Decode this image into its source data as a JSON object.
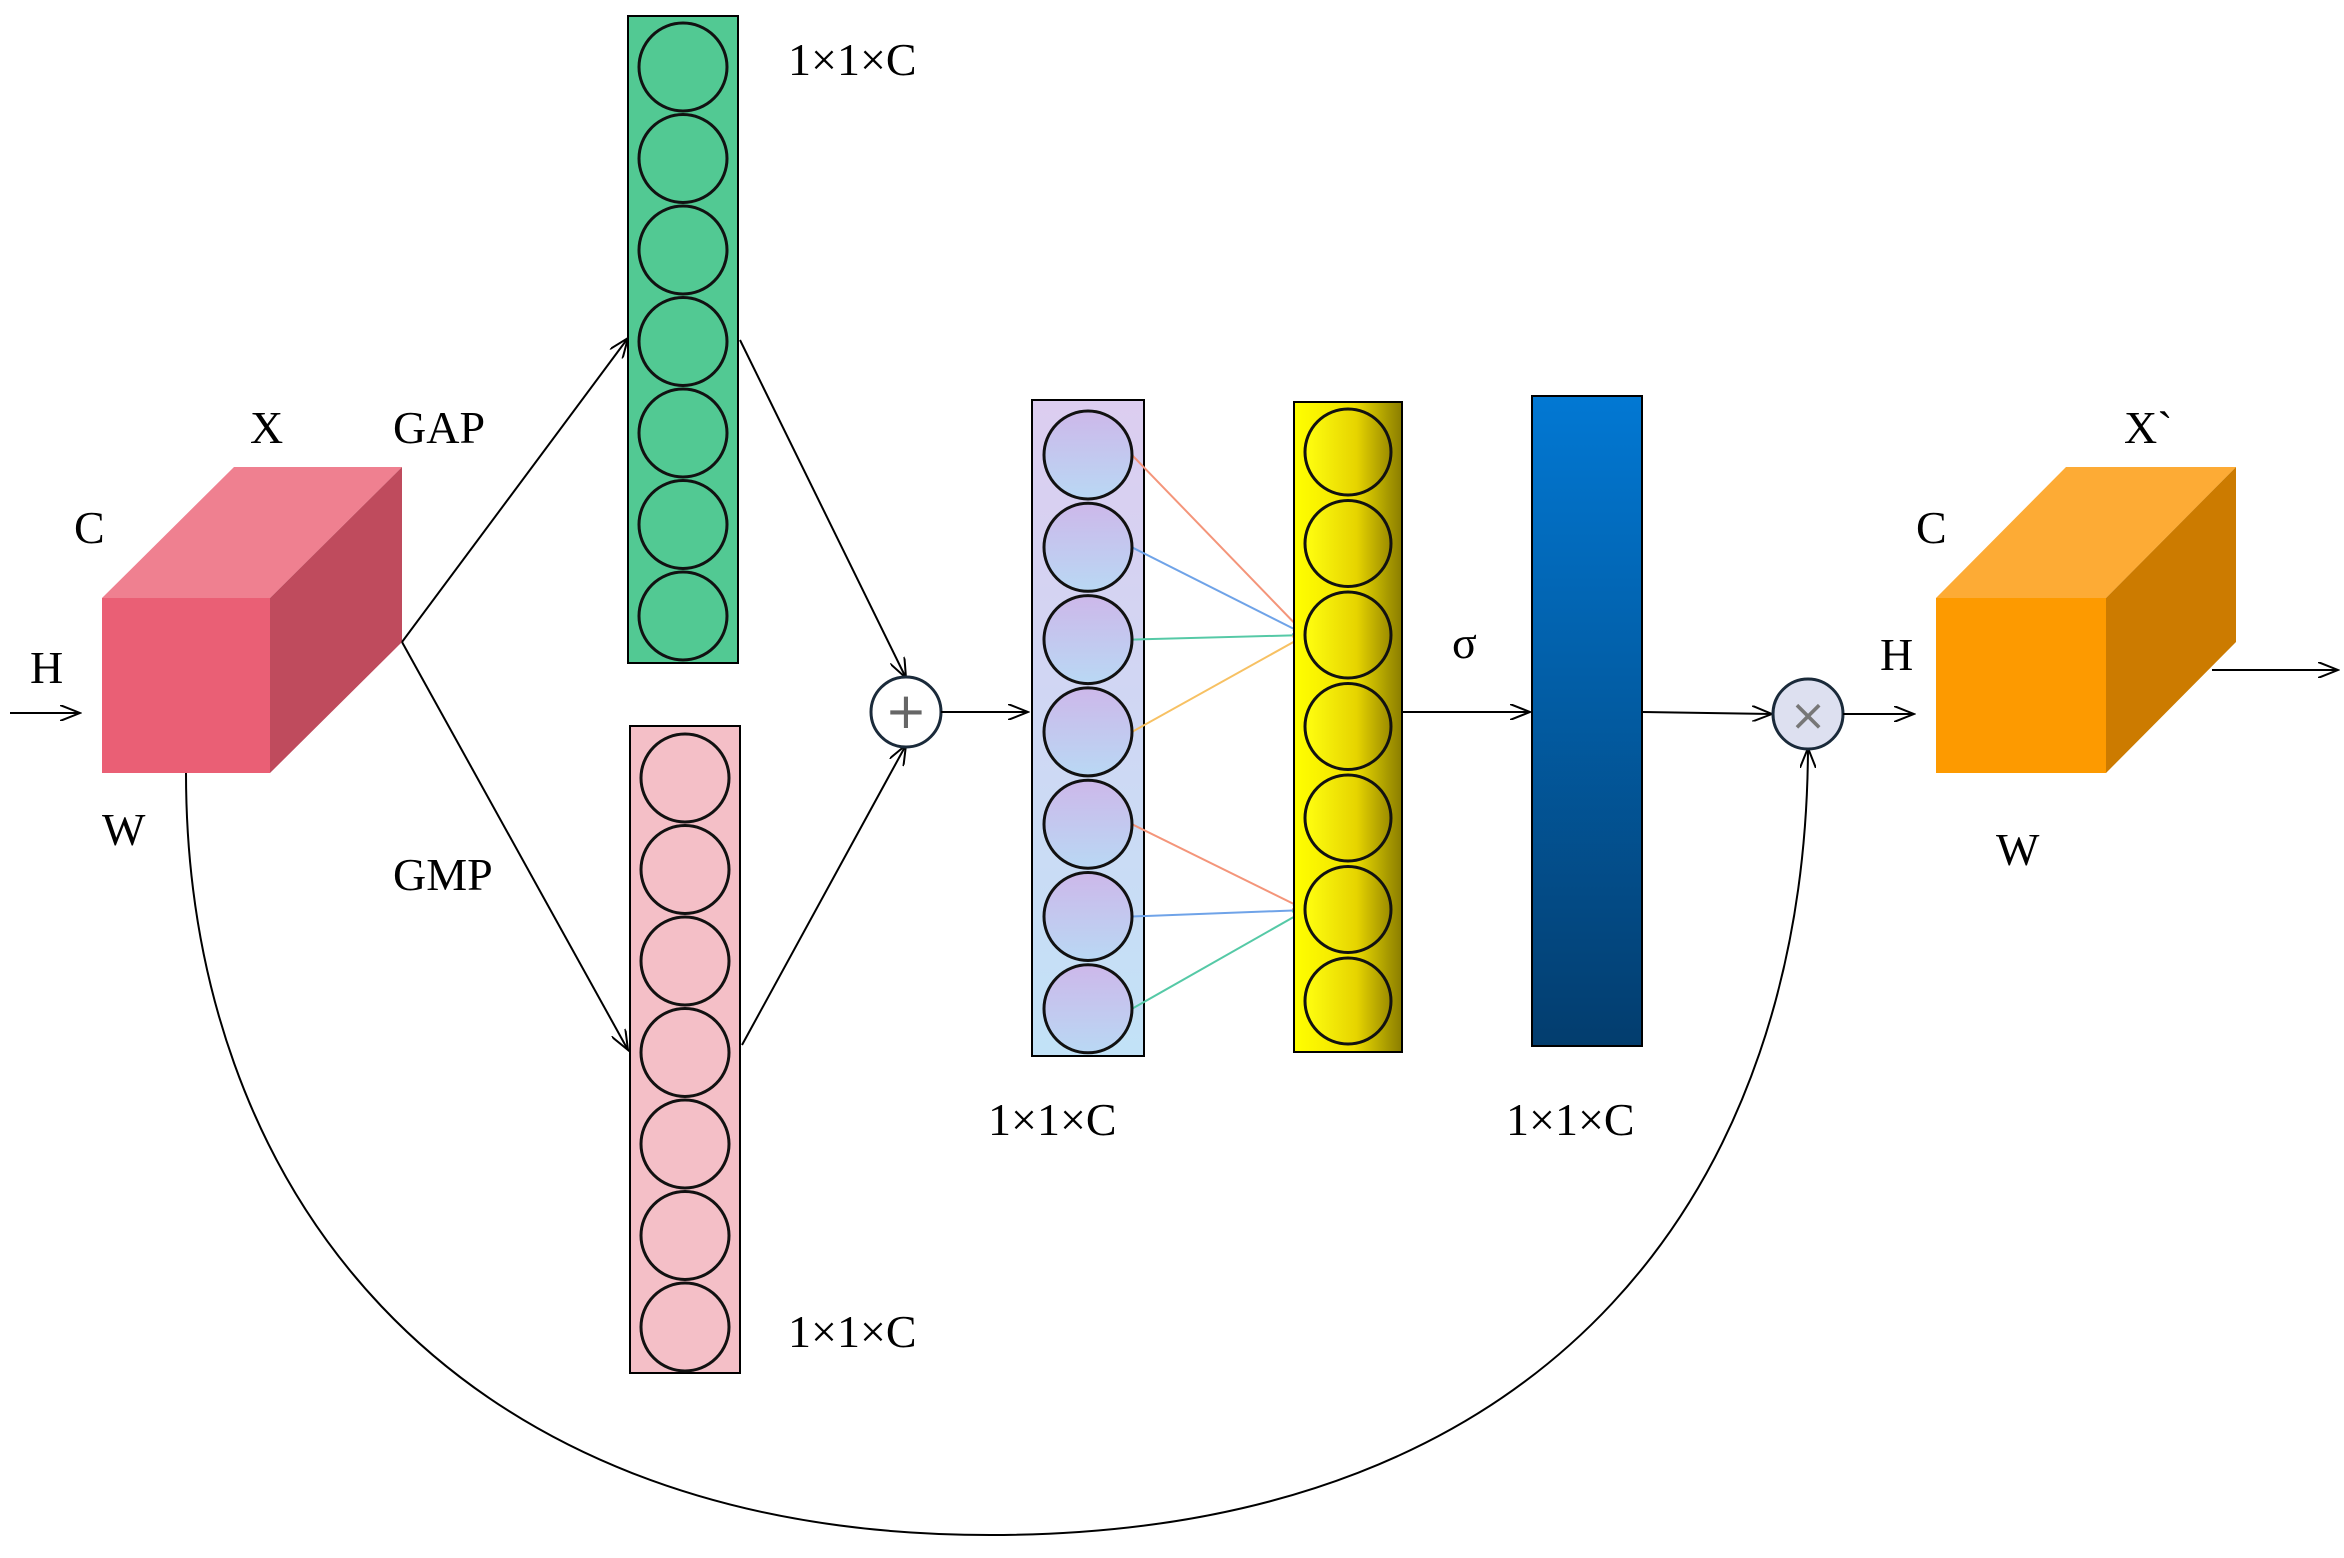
{
  "input_cube": {
    "title": "X",
    "channel_label": "C",
    "height_label": "H",
    "width_label": "W",
    "color_front": "#ea5f75",
    "color_top": "#ef8090",
    "color_side": "#bf4b5d"
  },
  "output_cube": {
    "title": "X`",
    "channel_label": "C",
    "height_label": "H",
    "width_label": "W",
    "color_front": "#fd9a00",
    "color_top": "#fdab35",
    "color_side": "#cc7b00"
  },
  "pooling": {
    "gap_label": "GAP",
    "gmp_label": "GMP",
    "gap_color": "#52c993",
    "gmp_color": "#f4bfc7"
  },
  "dimensions": {
    "gap_vector": "1×1×C",
    "gmp_vector": "1×1×C",
    "fc_input": "1×1×C",
    "attention_weights": "1×1×C"
  },
  "operators": {
    "add_symbol": "+",
    "multiply_symbol": "×",
    "sigmoid_label": "σ"
  },
  "vectors": {
    "gap_nodes": 7,
    "gmp_nodes": 7,
    "fc_input_nodes": 7,
    "fc_output_nodes": 7
  },
  "connection_colors": [
    "#f4957a",
    "#6fa3e8",
    "#55c9a6",
    "#f7c163"
  ]
}
